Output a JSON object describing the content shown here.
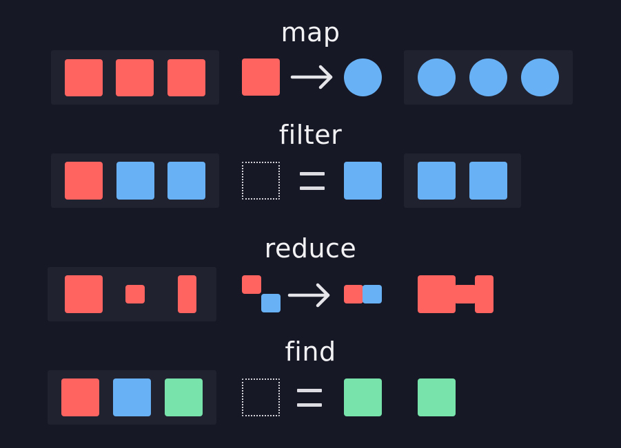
{
  "rows": [
    {
      "title": "map"
    },
    {
      "title": "filter"
    },
    {
      "title": "reduce"
    },
    {
      "title": "find"
    }
  ],
  "colors": {
    "background": "#171826",
    "tray": "#202230",
    "red": "#ff6461",
    "blue": "#68b1f4",
    "green": "#78e4ab",
    "text": "#f2f2f5"
  },
  "icons": {
    "arrow": "right-arrow-icon",
    "equals": "equals-icon",
    "placeholder": "dashed-square-icon"
  }
}
